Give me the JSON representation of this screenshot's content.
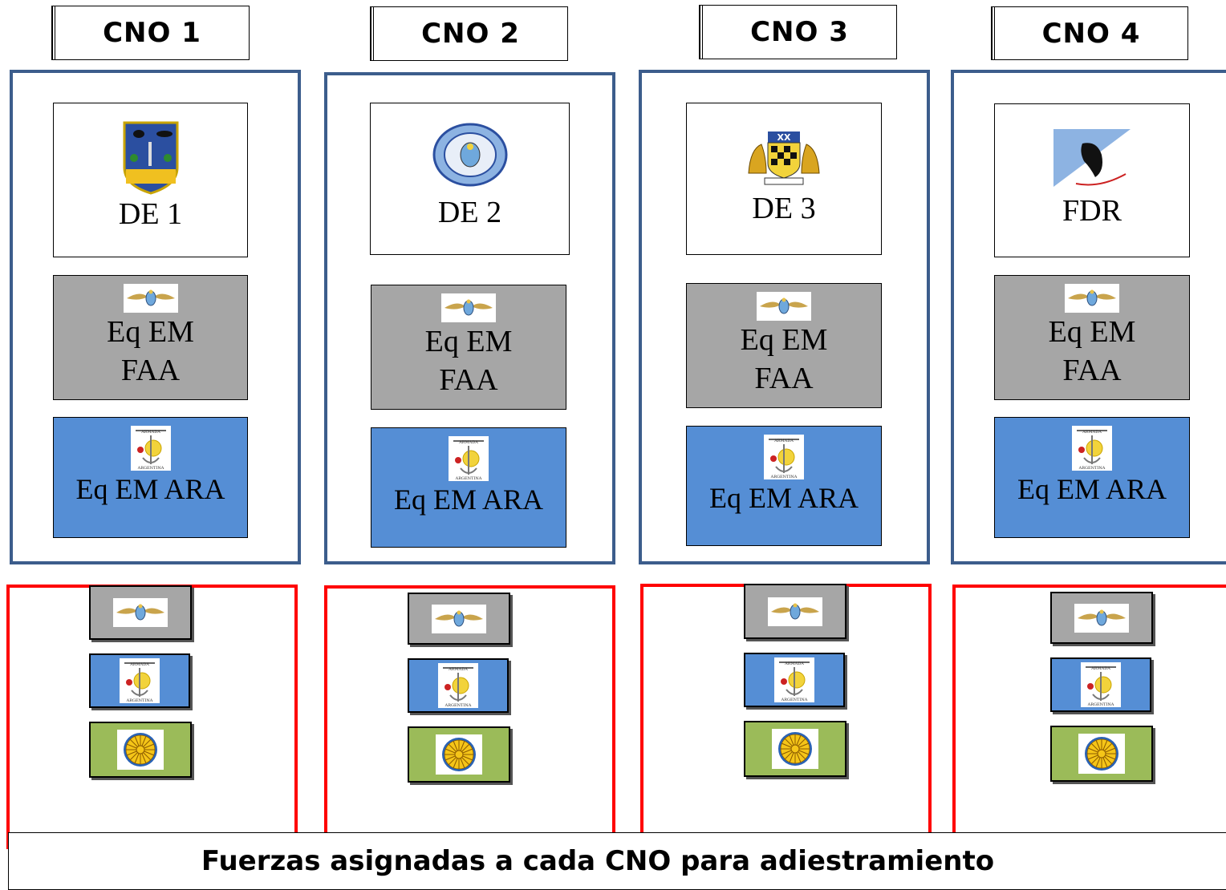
{
  "columns": [
    {
      "header": "CNO 1",
      "unit": "DE 1",
      "unit_emblem": "shield-emblem",
      "faa_line1": "Eq EM",
      "faa_line2": "FAA",
      "ara_label": "Eq EM ARA"
    },
    {
      "header": "CNO 2",
      "unit": "DE 2",
      "unit_emblem": "round-emblem",
      "faa_line1": "Eq EM",
      "faa_line2": "FAA",
      "ara_label": "Eq EM ARA"
    },
    {
      "header": "CNO 3",
      "unit": "DE 3",
      "unit_emblem": "lions-crest-emblem",
      "faa_line1": "Eq EM",
      "faa_line2": "FAA",
      "ara_label": "Eq EM ARA"
    },
    {
      "header": "CNO 4",
      "unit": "FDR",
      "unit_emblem": "triangle-emblem",
      "faa_line1": "Eq EM",
      "faa_line2": "FAA",
      "ara_label": "Eq EM ARA"
    }
  ],
  "footer": "Fuerzas asignadas a cada CNO para adiestramiento",
  "colors": {
    "frame_blue": "#3c5d8c",
    "frame_red": "#ff0000",
    "faa_gray": "#a6a6a6",
    "ara_blue": "#558ed5",
    "army_green": "#9bbb59"
  }
}
